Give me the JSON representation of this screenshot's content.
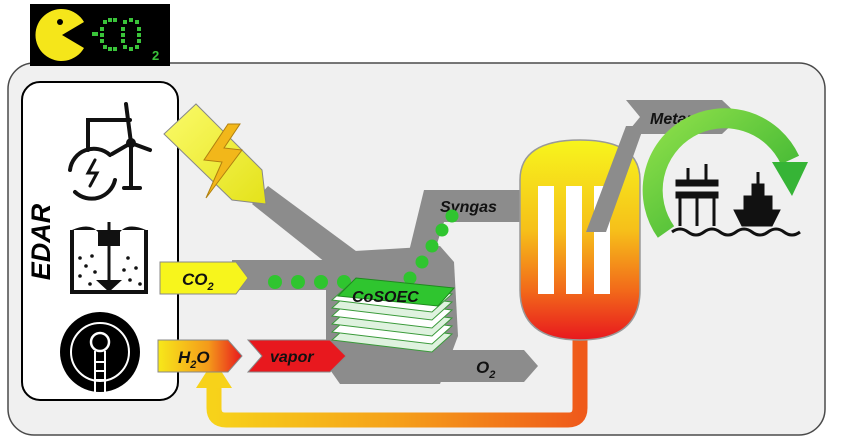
{
  "logo": {
    "text": "CO",
    "subscript": "2"
  },
  "edar_label": "EDAR",
  "labels": {
    "co2_main": "CO",
    "co2_sub": "2",
    "h2o_h": "H",
    "h2o_sub": "2",
    "h2o_o": "O",
    "vapor": "vapor",
    "cosoec": "CoSOEC",
    "syngas": "Syngas",
    "o2_main": "O",
    "o2_sub": "2",
    "metanol": "Metanol"
  },
  "colors": {
    "accent_yellow": "#f2f21a",
    "accent_green": "#3ac43a",
    "arrow_gray": "#8c8c8c",
    "vapor_red": "#e8181e",
    "logo_bg": "#000000",
    "logo_pacman": "#f5e61a"
  },
  "icons": [
    "pacman-icon",
    "wind-turbine-icon",
    "clarifier-tank-icon",
    "digester-icon",
    "offshore-platform-icon",
    "lightning-icon"
  ]
}
